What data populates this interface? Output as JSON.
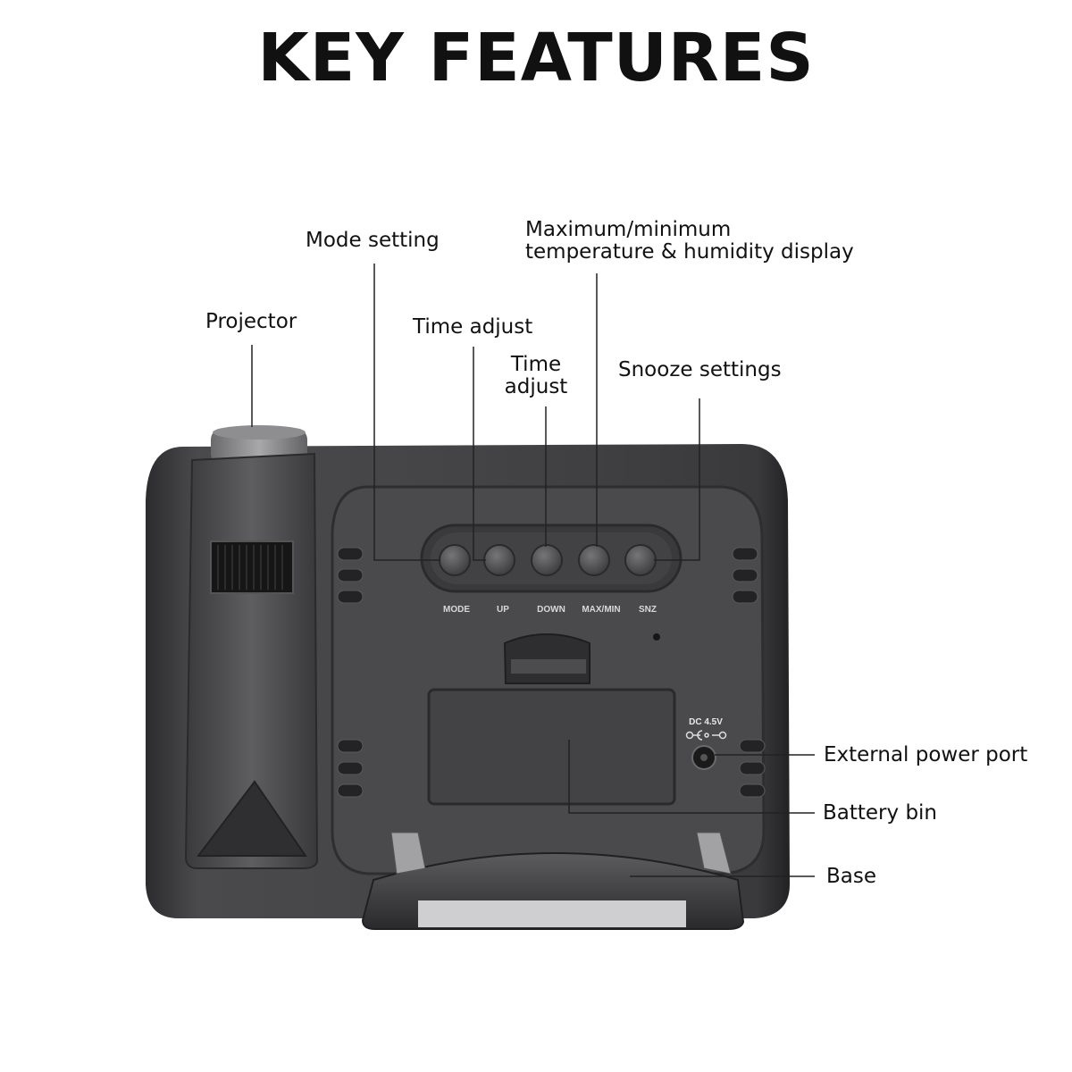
{
  "title": "KEY FEATURES",
  "callouts": {
    "projector": "Projector",
    "mode_setting": "Mode setting",
    "time_adjust_up": "Time adjust",
    "time_adjust_down_line1": "Time",
    "time_adjust_down_line2": "adjust",
    "maxmin_line1": "Maximum/minimum",
    "maxmin_line2": "temperature & humidity display",
    "snooze": "Snooze settings",
    "power_port": "External power port",
    "battery_bin": "Battery bin",
    "base": "Base"
  },
  "device": {
    "buttons": [
      "MODE",
      "UP",
      "DOWN",
      "MAX/MIN",
      "SNZ"
    ],
    "dc_label": "DC 4.5V"
  },
  "colors": {
    "body": "#3c3c3e",
    "panel": "#48484a",
    "leader_line": "#222222"
  }
}
